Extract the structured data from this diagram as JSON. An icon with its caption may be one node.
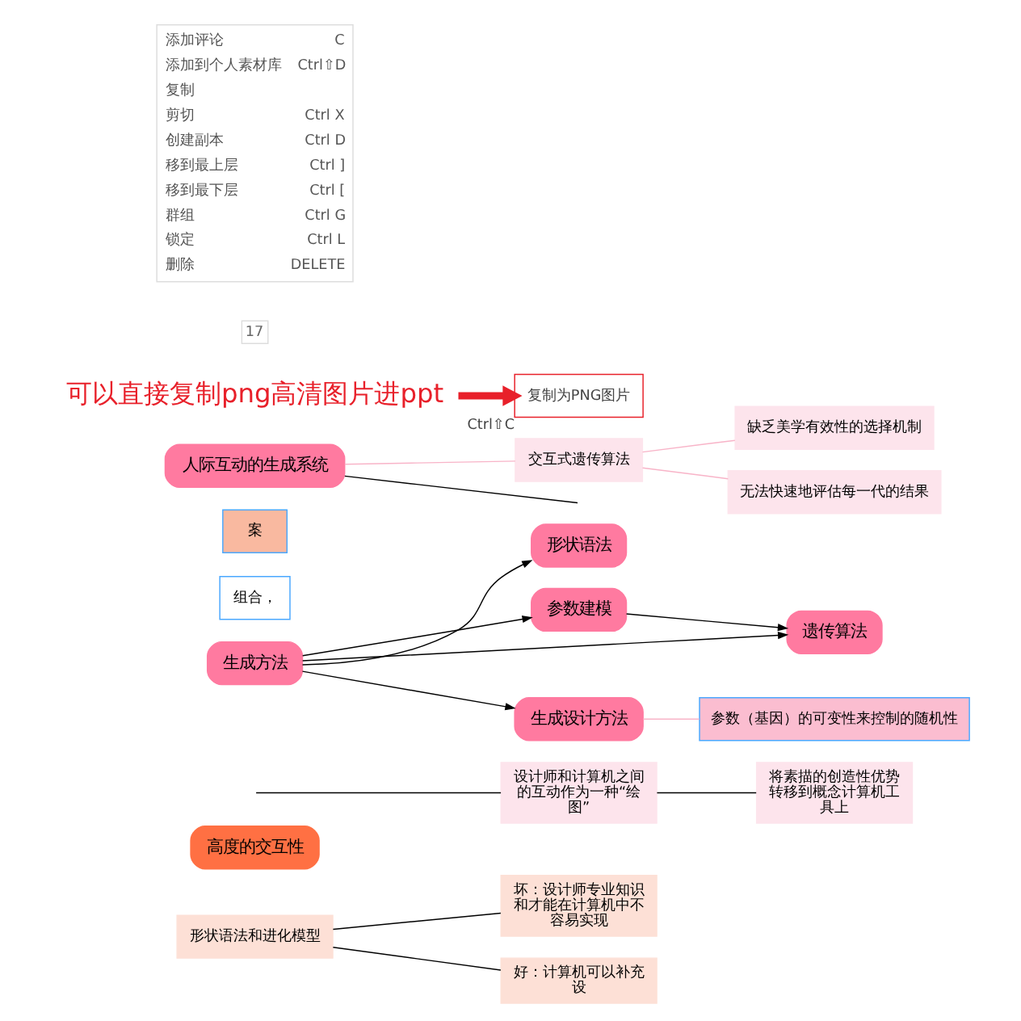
{
  "diagram": {
    "nodes": [
      {
        "text": [
          "形状语法和进化模型"
        ]
      },
      {
        "text": [
          "坏：设计师专业知识和才能在计算机中不容易实现"
        ]
      },
      {
        "text": [
          "好：计算机可以补充设"
        ]
      },
      {
        "text": [
          "高度的交互性"
        ]
      },
      {
        "text": [
          "设计师和计算机之间的互动作为一种“绘图”"
        ]
      },
      {
        "text": [
          "将素描的创造性优势转移到概念计算机工具上"
        ]
      },
      {
        "text": [
          "生成方法"
        ]
      },
      {
        "text": [
          "形状语法"
        ]
      },
      {
        "text": [
          "参数建模"
        ]
      },
      {
        "text": [
          "遗传算法"
        ]
      },
      {
        "text": [
          "生成设计方法"
        ]
      },
      {
        "text": [
          "组合，"
        ]
      },
      {
        "text": [
          "案"
        ]
      },
      {
        "text": [
          "参数（基因）的可变性来控制的随机性"
        ]
      },
      {
        "text": [
          "人际互动的生成系统"
        ]
      },
      {
        "text": [
          "交互式遗传算法"
        ]
      },
      {
        "text": [
          "缺乏美学有效性的选择机制"
        ]
      },
      {
        "text": [
          "无法快速地评估每一代的结果"
        ]
      },
      {
        "text": [
          "可以直接复制png高清图片进ppt"
        ]
      },
      {
        "text": [
          "复制为PNG图片"
        ],
        "beside": [
          "Ctrl⇧C"
        ]
      }
    ],
    "edges": [
      {
        "from": 0,
        "to": 1,
        "arrow": "none"
      },
      {
        "from": 0,
        "to": 2,
        "arrow": "none"
      },
      {
        "from": null,
        "to": 4,
        "arrow": "none"
      },
      {
        "from": 4,
        "to": 5,
        "arrow": "none"
      },
      {
        "from": 6,
        "to": 7,
        "arrow": "to"
      },
      {
        "from": 6,
        "to": 8,
        "arrow": "to"
      },
      {
        "from": 6,
        "to": 9,
        "arrow": "to"
      },
      {
        "from": 6,
        "to": 10,
        "arrow": "to"
      },
      {
        "from": 8,
        "to": 9,
        "arrow": "to"
      },
      {
        "from": 10,
        "to": 13,
        "arrow": "none",
        "color": "#f8b4c8"
      },
      {
        "from": 14,
        "to": 15,
        "arrow": "none",
        "color": "#f8b4c8"
      },
      {
        "from": 15,
        "to": 16,
        "arrow": "none",
        "color": "#f8b4c8"
      },
      {
        "from": 15,
        "to": 17,
        "arrow": "none",
        "color": "#f8b4c8"
      },
      {
        "from": 14,
        "to": null,
        "arrow": "none"
      },
      {
        "from": 18,
        "to": 19,
        "arrow": "to",
        "style": "thick",
        "color": "#e8202a"
      }
    ],
    "labels": [
      "17",
      "添加评论",
      "C",
      "添加到个人素材库",
      "Ctrl⇧D",
      "复制",
      "剪切",
      "Ctrl X",
      "创建副本",
      "Ctrl D",
      "移到最上层",
      "Ctrl ]",
      "移到最下层",
      "Ctrl [",
      "群组",
      "Ctrl G",
      "锁定",
      "Ctrl L",
      "删除",
      "DELETE"
    ]
  }
}
